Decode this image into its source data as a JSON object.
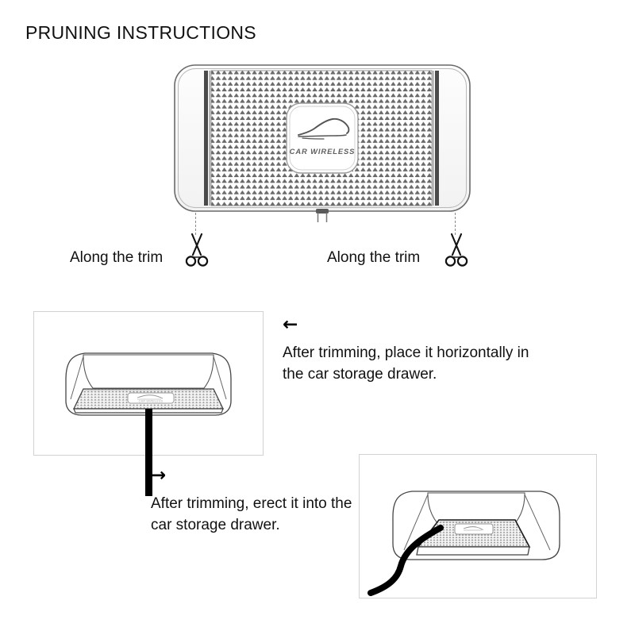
{
  "document": {
    "title": "PRUNING INSTRUCTIONS"
  },
  "product": {
    "brand_label": "CAR WIRELESS",
    "icon": "car-silhouette-icon",
    "surface": "anti-slip-textured-pad"
  },
  "cut_guides": [
    {
      "id": "left",
      "label": "Along the trim",
      "icon": "scissors-icon"
    },
    {
      "id": "right",
      "label": "Along the trim",
      "icon": "scissors-icon"
    }
  ],
  "steps": [
    {
      "id": "horizontal",
      "arrow": "←",
      "arrow_name": "arrow-left-icon",
      "text": "After trimming, place it horizontally in the car storage drawer.",
      "panel_name": "panel-horizontal-placement"
    },
    {
      "id": "vertical",
      "arrow": "→",
      "arrow_name": "arrow-right-icon",
      "text": "After trimming, erect it into the car storage drawer.",
      "panel_name": "panel-vertical-placement"
    }
  ],
  "colors": {
    "background": "#ffffff",
    "ink": "#111111",
    "outline": "#4a4a4a",
    "texture": "#5a5a5a",
    "panel_border": "#d2d2d2",
    "cut_line": "#8c8c8c",
    "cable": "#000000"
  }
}
